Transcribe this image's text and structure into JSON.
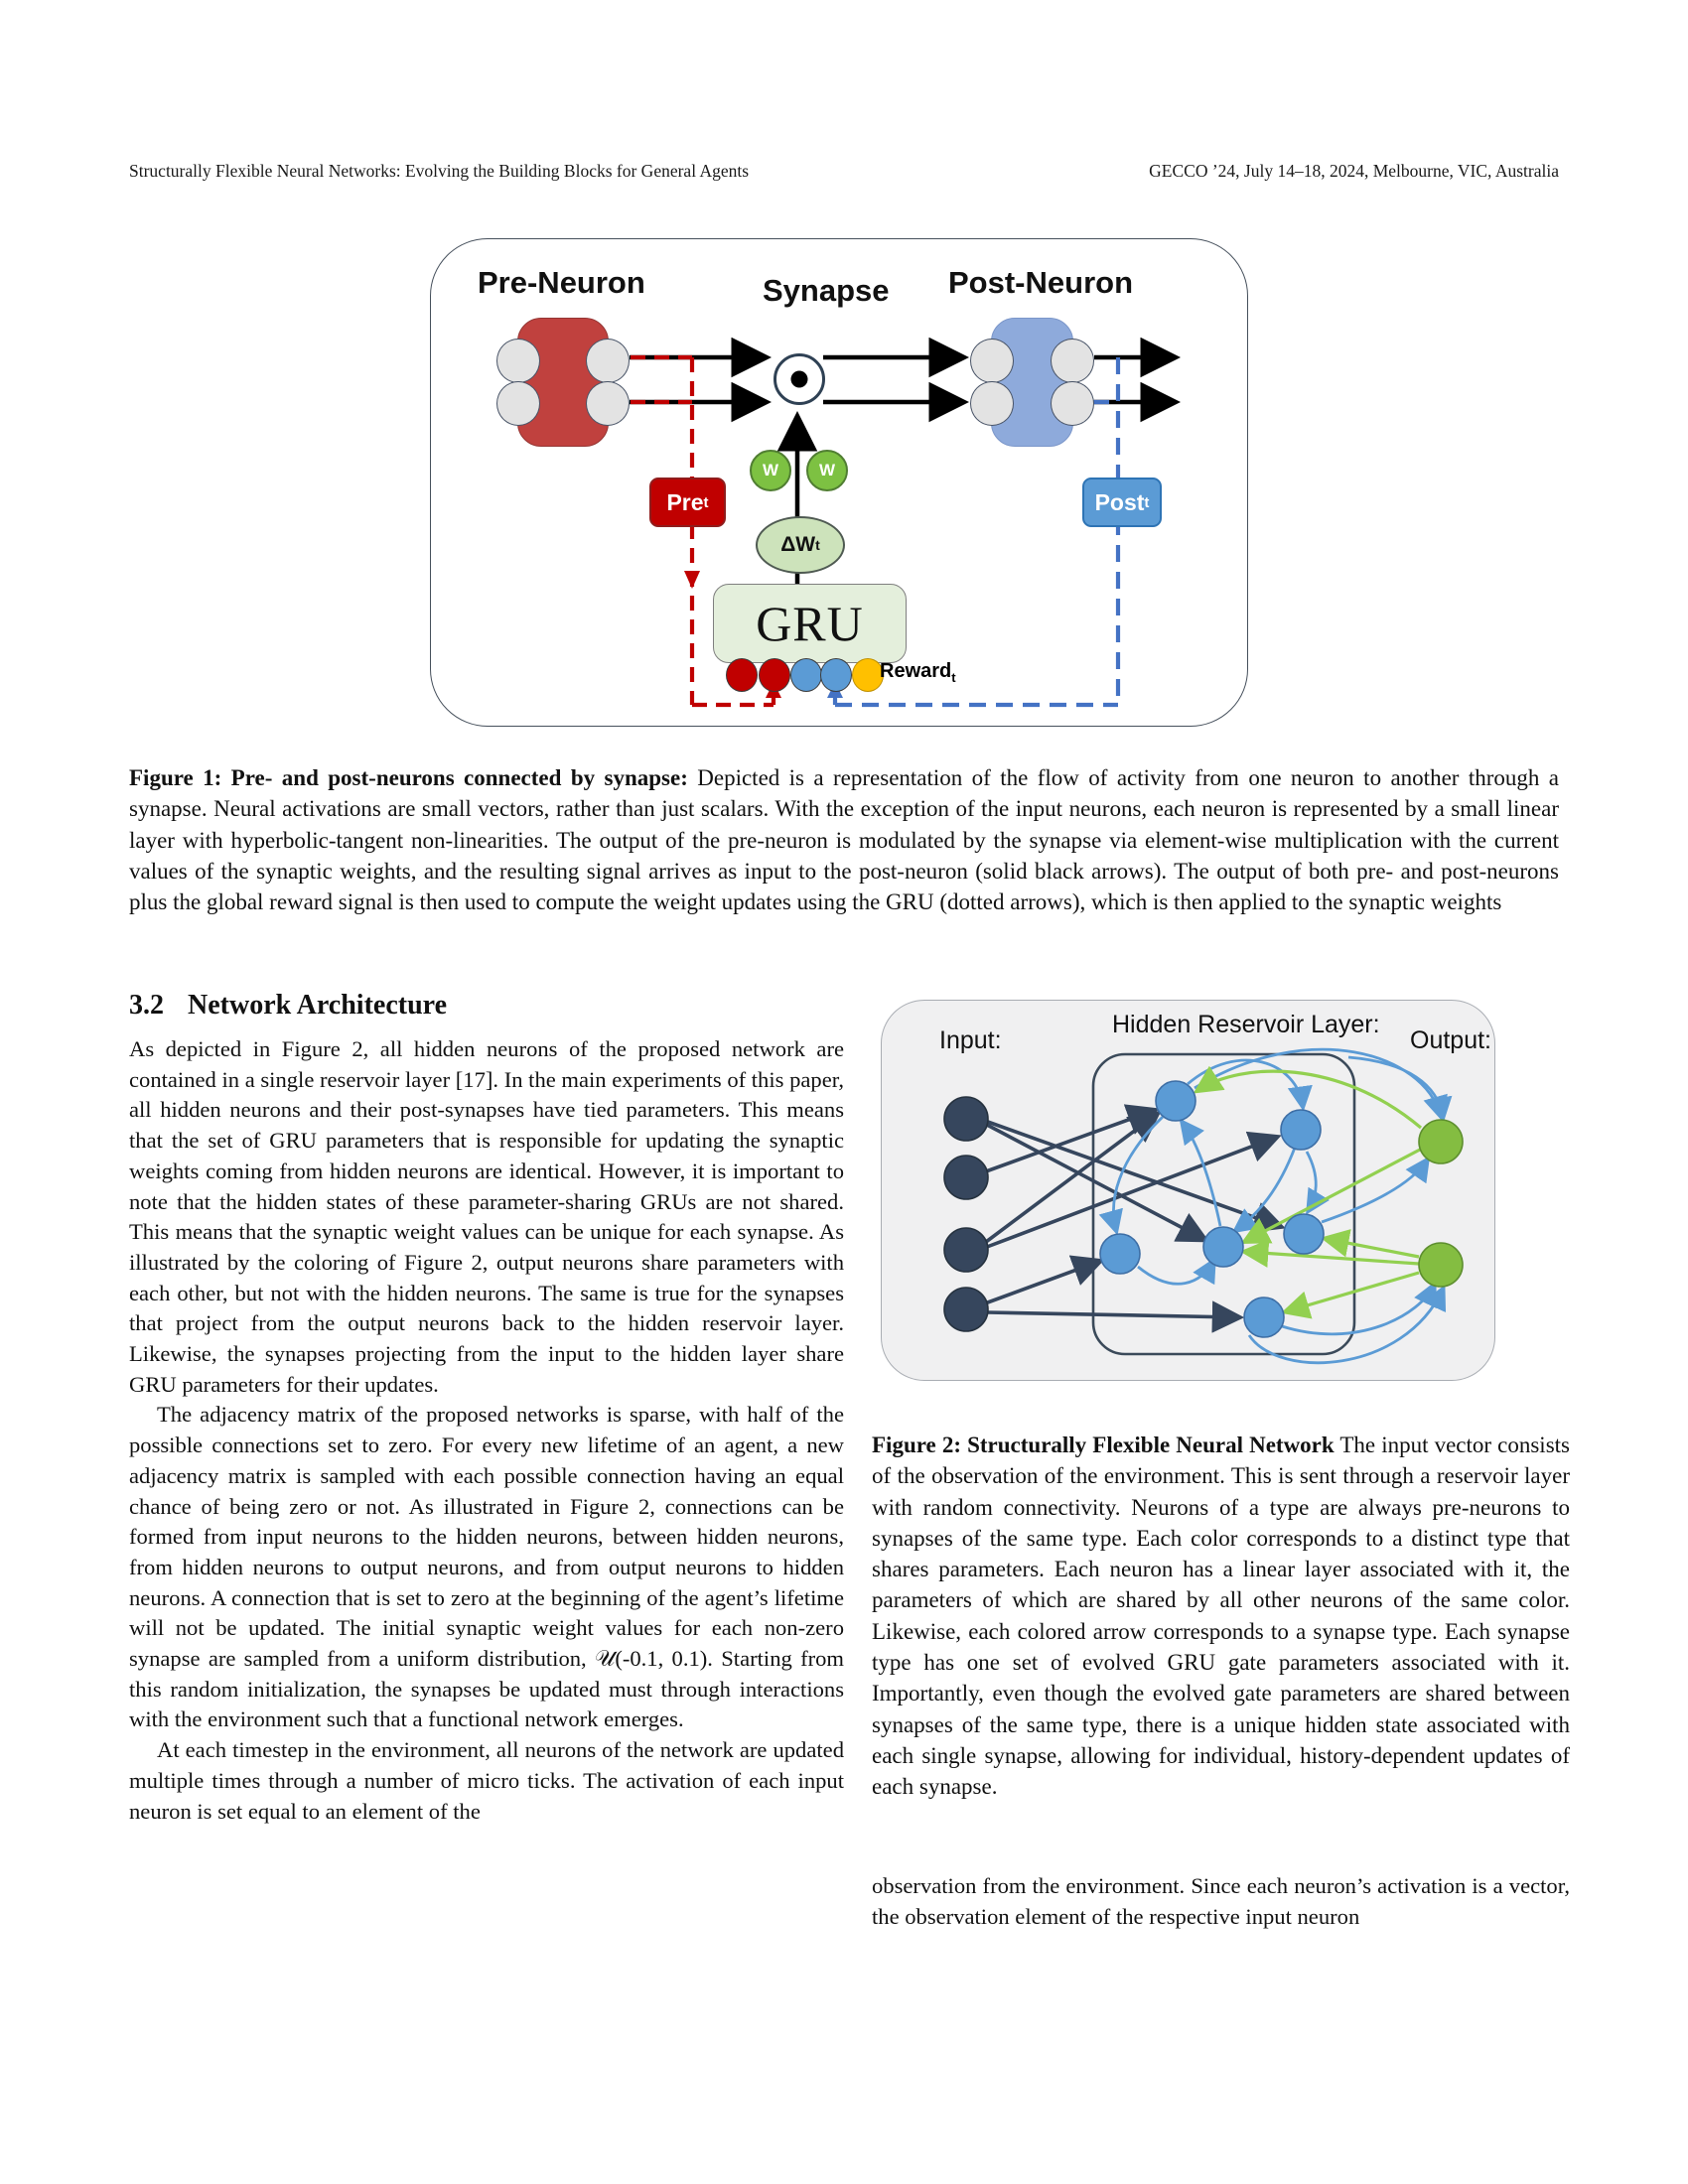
{
  "header": {
    "left": "Structurally Flexible Neural Networks: Evolving the Building Blocks for General Agents",
    "right": "GECCO ’24, July 14–18, 2024, Melbourne, VIC, Australia"
  },
  "figure1": {
    "label_pre": "Pre-Neuron",
    "label_synapse": "Synapse",
    "label_post": "Post-Neuron",
    "pre_t": {
      "base": "Pre",
      "sub": "t"
    },
    "post_t": {
      "base": "Post",
      "sub": "t"
    },
    "w_left": "W",
    "w_right": "W",
    "delta_w": {
      "base": "ΔW",
      "sub": "t"
    },
    "gru": "GRU",
    "reward": {
      "base": "Reward",
      "sub": "t"
    },
    "colors": {
      "pre_neuron_fill": "#c0413e",
      "post_neuron_fill": "#8eaadb",
      "pre_t_fill": "#c00000",
      "post_t_fill": "#5b9bd5",
      "w_circle_fill": "#7dc142",
      "gru_fill": "#e4efdc",
      "delta_w_fill": "#cde3bb",
      "reward_dot_orange": "#ffc000",
      "dashed_red": "#c00000",
      "dashed_blue": "#4472c4"
    }
  },
  "figure1_caption": {
    "bold": "Figure 1: Pre- and post-neurons connected by synapse:",
    "rest": " Depicted is a representation of the flow of activity from one neuron to another through a synapse. Neural activations are small vectors, rather than just scalars. With the exception of the input neurons, each neuron is represented by a small linear layer with hyperbolic-tangent non-linearities. The output of the pre-neuron is modulated by the synapse via element-wise multiplication with the current values of the synaptic weights, and the resulting signal arrives as input to the post-neuron (solid black arrows). The output of both pre- and post-neurons plus the global reward signal is then used to compute the weight updates using the GRU (dotted arrows), which is then applied to the synaptic weights"
  },
  "section": {
    "number": "3.2",
    "title": "Network Architecture"
  },
  "left_column": {
    "p1": "As depicted in Figure 2, all hidden neurons of the proposed network are contained in a single reservoir layer [17]. In the main experiments of this paper, all hidden neurons and their post-synapses have tied parameters. This means that the set of GRU parameters that is responsible for updating the synaptic weights coming from hidden neurons are identical. However, it is important to note that the hidden states of these parameter-sharing GRUs are not shared. This means that the synaptic weight values can be unique for each synapse. As illustrated by the coloring of Figure 2, output neurons share parameters with each other, but not with the hidden neurons. The same is true for the synapses that project from the output neurons back to the hidden reservoir layer. Likewise, the synapses projecting from the input to the hidden layer share GRU parameters for their updates.",
    "p2": "The adjacency matrix of the proposed networks is sparse, with half of the possible connections set to zero. For every new lifetime of an agent, a new adjacency matrix is sampled with each possible connection having an equal chance of being zero or not. As illustrated in Figure 2, connections can be formed from input neurons to the hidden neurons, between hidden neurons, from hidden neurons to output neurons, and from output neurons to hidden neurons. A connection that is set to zero at the beginning of the agent’s lifetime will not be updated. The initial synaptic weight values for each non-zero synapse are sampled from a uniform distribution, 𝒰(-0.1, 0.1). Starting from this random initialization, the synapses be updated must through interactions with the environment such that a functional network emerges.",
    "p3": "At each timestep in the environment, all neurons of the network are updated multiple times through a number of micro ticks. The activation of each input neuron is set equal to an element of the"
  },
  "figure2": {
    "label_input": "Input:",
    "label_hidden": "Hidden Reservoir Layer:",
    "label_output": "Output:",
    "colors": {
      "input_neuron": "#36465d",
      "hidden_neuron": "#5b9bd5",
      "output_neuron": "#84bd41",
      "input_synapse_arrow": "#36465d",
      "hidden_synapse_arrow": "#5b9bd5",
      "output_synapse_arrow": "#92d050",
      "panel_background": "#f0f0f1"
    }
  },
  "figure2_caption": {
    "bold": "Figure 2: Structurally Flexible Neural Network",
    "rest": " The input vector consists of the observation of the environment. This is sent through a reservoir layer with random connectivity. Neurons of a type are always pre-neurons to synapses of the same type. Each color corresponds to a distinct type that shares parameters. Each neuron has a linear layer associated with it, the parameters of which are shared by all other neurons of the same color. Likewise, each colored arrow corresponds to a synapse type. Each synapse type has one set of evolved GRU gate parameters associated with it. Importantly, even though the evolved gate parameters are shared between synapses of the same type, there is a unique hidden state associated with each single synapse, allowing for individual, history-dependent updates of each synapse."
  },
  "right_column": {
    "p1": "observation from the environment. Since each neuron’s activation is a vector, the observation element of the respective input neuron"
  }
}
